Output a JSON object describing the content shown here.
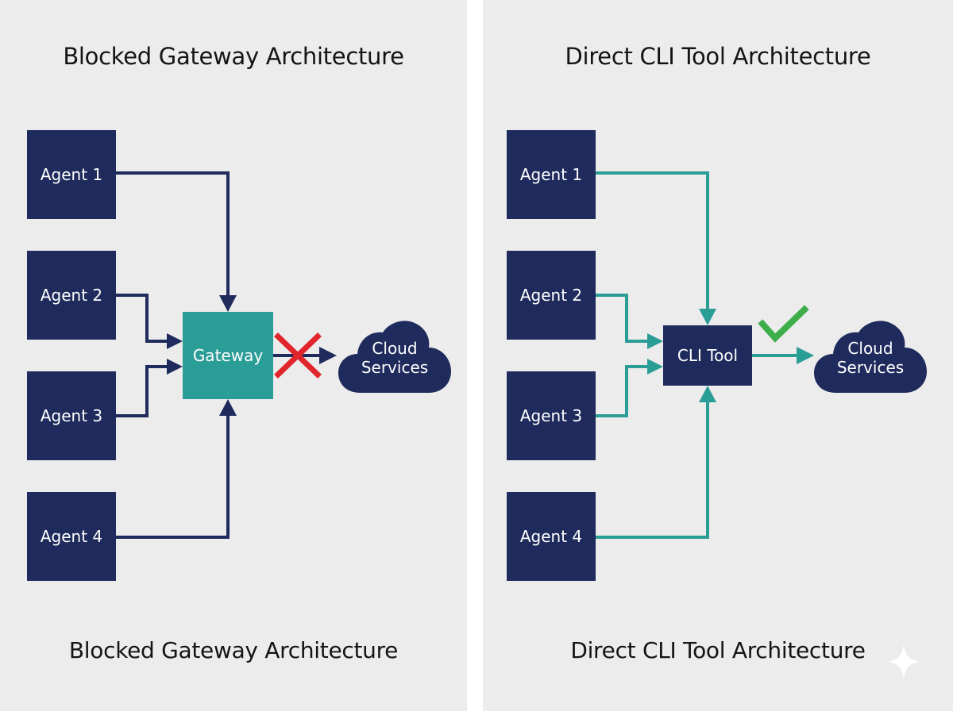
{
  "left_panel": {
    "title": "Blocked Gateway Architecture",
    "caption": "Blocked Gateway Architecture",
    "agents": [
      "Agent 1",
      "Agent 2",
      "Agent 3",
      "Agent 4"
    ],
    "hub_label": "Gateway",
    "target_label_line1": "Cloud",
    "target_label_line2": "Services",
    "status_icon": "red-x-icon"
  },
  "right_panel": {
    "title": "Direct CLI Tool Architecture",
    "caption": "Direct CLI Tool Architecture",
    "agents": [
      "Agent 1",
      "Agent 2",
      "Agent 3",
      "Agent 4"
    ],
    "hub_label": "CLI Tool",
    "target_label_line1": "Cloud",
    "target_label_line2": "Services",
    "status_icon": "green-check-icon"
  },
  "colors": {
    "navy": "#1f2b5c",
    "teal": "#2b9d97",
    "red": "#e0262c",
    "green": "#3dae4a",
    "background": "#ececec"
  }
}
